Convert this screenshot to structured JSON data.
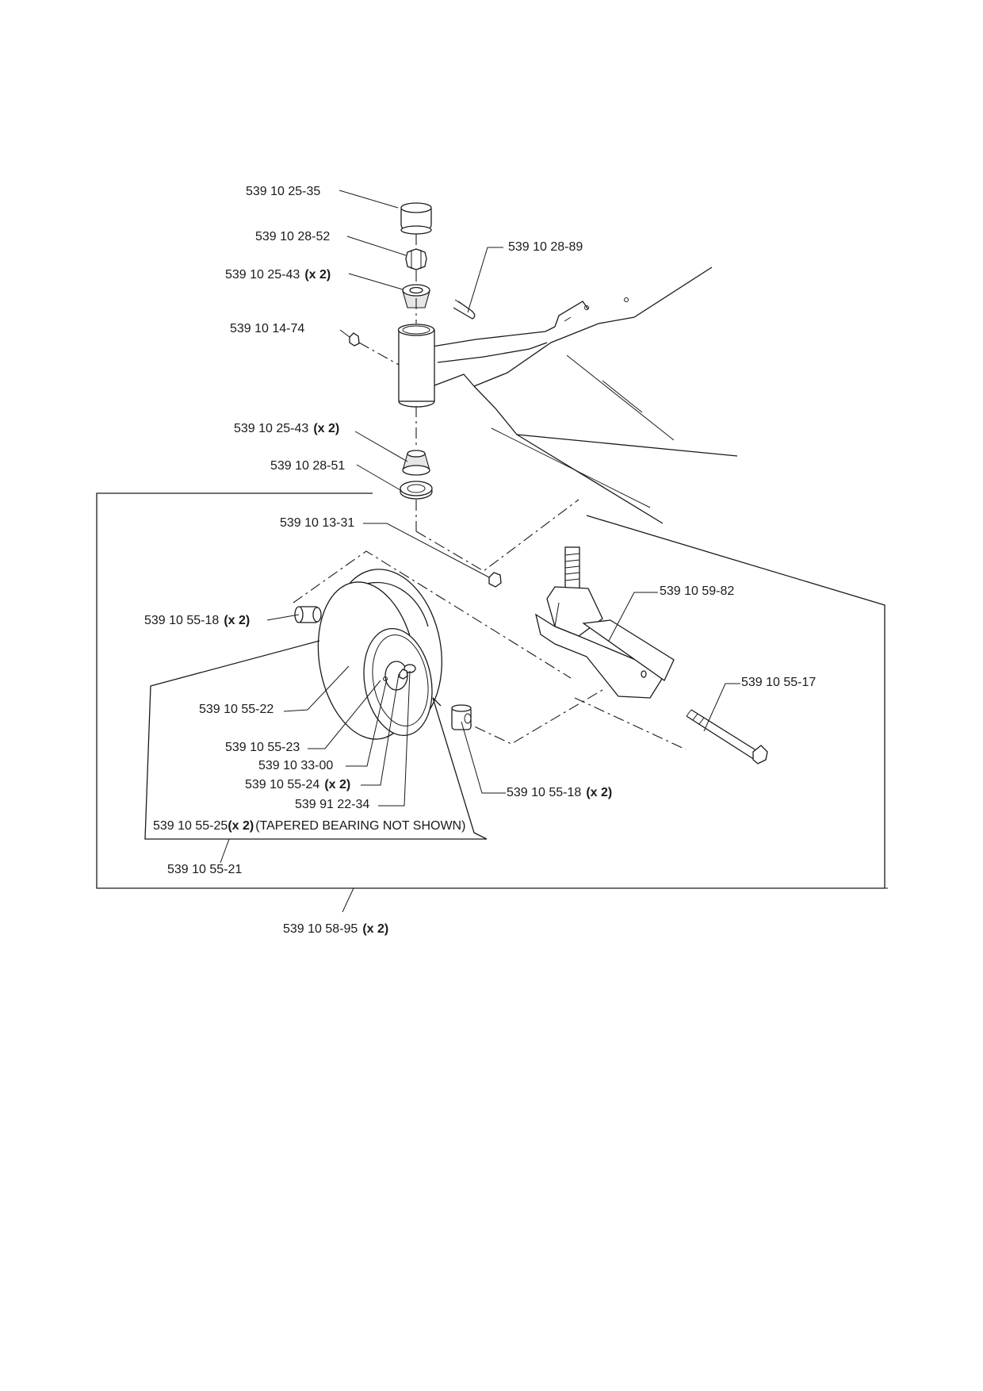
{
  "callouts": [
    {
      "part": "539 10 25-35",
      "qty": ""
    },
    {
      "part": "539 10 28-52",
      "qty": ""
    },
    {
      "part": "539 10 28-89",
      "qty": ""
    },
    {
      "part": "539 10 25-43",
      "qty": "(x 2)"
    },
    {
      "part": "539 10 14-74",
      "qty": ""
    },
    {
      "part": "539 10 25-43",
      "qty": "(x 2)"
    },
    {
      "part": "539 10 28-51",
      "qty": ""
    },
    {
      "part": "539 10 13-31",
      "qty": ""
    },
    {
      "part": "539 10 59-82",
      "qty": ""
    },
    {
      "part": "539 10 55-18",
      "qty": "(x 2)"
    },
    {
      "part": "539 10 55-17",
      "qty": ""
    },
    {
      "part": "539 10 55-22",
      "qty": ""
    },
    {
      "part": "539 10 55-23",
      "qty": ""
    },
    {
      "part": "539 10 33-00",
      "qty": ""
    },
    {
      "part": "539 10 55-24",
      "qty": "(x 2)"
    },
    {
      "part": "539 91 22-34",
      "qty": ""
    },
    {
      "part": "539 10 55-18",
      "qty": "(x 2)"
    },
    {
      "part": "539 10 55-25",
      "qty": "(x 2)",
      "note": "(TAPERED BEARING NOT SHOWN)"
    },
    {
      "part": "539 10 55-21",
      "qty": ""
    },
    {
      "part": "539 10 58-95",
      "qty": "(x 2)"
    }
  ]
}
